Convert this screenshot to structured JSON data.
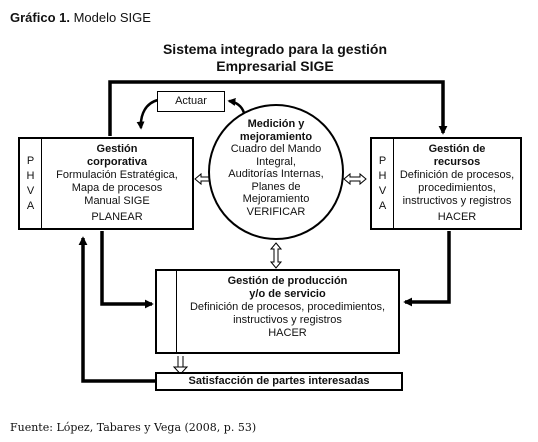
{
  "figure": {
    "label": "Gráfico 1.",
    "name": "Modelo SIGE"
  },
  "main_title": {
    "line1": "Sistema integrado para la gestión",
    "line2": "Empresarial SIGE"
  },
  "actuar": "Actuar",
  "phva": [
    "P",
    "H",
    "V",
    "A"
  ],
  "gestion_corporativa": {
    "title_line1": "Gestión",
    "title_line2": "corporativa",
    "lines": [
      "Formulación Estratégica,",
      "Mapa de procesos",
      "Manual SIGE"
    ],
    "stage": "PLANEAR"
  },
  "medicion": {
    "title_line1": "Medición y",
    "title_line2": "mejoramiento",
    "lines": [
      "Cuadro del Mando",
      "Integral,",
      "Auditorías Internas,",
      "Planes de",
      "Mejoramiento"
    ],
    "stage": "VERIFICAR"
  },
  "gestion_recursos": {
    "title_line1": "Gestión de",
    "title_line2": "recursos",
    "lines": [
      "Definición de procesos,",
      "procedimientos,",
      "instructivos y registros"
    ],
    "stage": "HACER"
  },
  "gestion_produccion": {
    "title_line1": "Gestión de producción",
    "title_line2": "y/o de servicio",
    "lines": [
      "Definición de procesos, procedimientos,",
      "instructivos y registros"
    ],
    "stage": "HACER"
  },
  "satisfaccion": "Satisfacción de partes interesadas",
  "source": "Fuente: López, Tabares y Vega (2008, p. 53)"
}
